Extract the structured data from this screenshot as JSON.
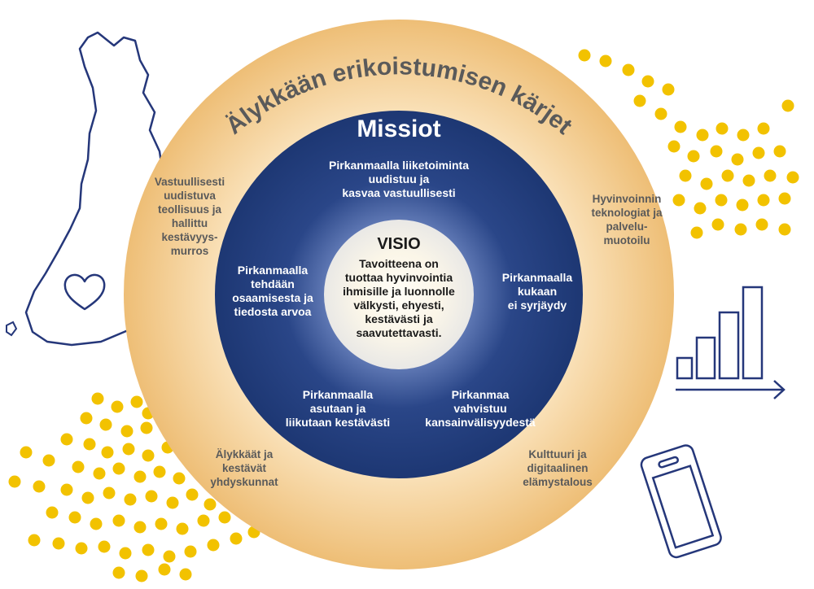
{
  "colors": {
    "outer_ring": "#f0c47e",
    "mission_ring": "#1f3a7a",
    "vision_center": "#fdfaf2",
    "line_art": "#25377a",
    "dots": "#f2c200",
    "outer_text": "#5a5a5a"
  },
  "icons": [
    "finland-map-outline-icon",
    "heart-icon",
    "bar-chart-arrow-icon",
    "smartphone-icon",
    "dot-pattern-decoration"
  ],
  "outer_ring": {
    "title": "Älykkään erikoistumisen kärjet",
    "items": [
      "Vastuullisesti\nuudistuva\nteollisuus ja\nhallittu\nkestävyys-\nmurros",
      "Hyvinvoinnin\nteknologiat ja\npalvelu-\nmuotoilu",
      "Kulttuuri ja\ndigitaalinen\nelämystalous",
      "Älykkäät ja\nkestävät\nyhdyskunnat"
    ]
  },
  "missions": {
    "title": "Missiot",
    "items": [
      "Pirkanmaalla liiketoiminta\nuudistuu ja\nkasvaa vastuullisesti",
      "Pirkanmaalla\nkukaan\nei syrjäydy",
      "Pirkanmaa\nvahvistuu\nkansainvälisyydestä",
      "Pirkanmaalla\nasutaan ja\nliikutaan kestävästi",
      "Pirkanmaalla\ntehdään\nosaamisesta ja\ntiedosta arvoa"
    ]
  },
  "vision": {
    "title": "VISIO",
    "text": "Tavoitteena on\ntuottaa hyvinvointia\nihmisille ja luonnolle\nvälkysti, ehyesti,\nkestävästi ja\nsaavutettavasti."
  }
}
